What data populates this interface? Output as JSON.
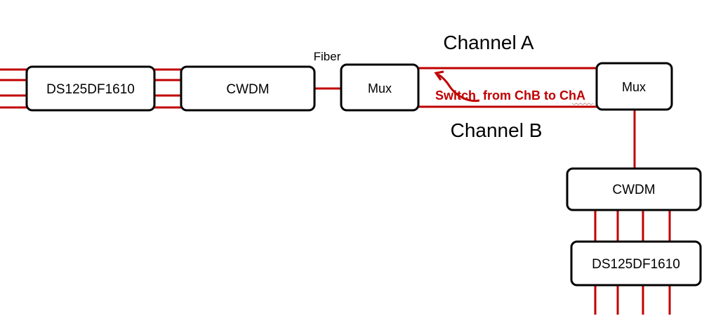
{
  "labels": {
    "left_ds": "DS125DF1610",
    "left_cwdm": "CWDM",
    "left_mux": "Mux",
    "right_mux": "Mux",
    "right_cwdm": "CWDM",
    "right_ds": "DS125DF1610",
    "fiber": "Fiber",
    "channel_a": "Channel A",
    "channel_b": "Channel B",
    "switch_note": "Switch  from ChB to ChA"
  },
  "colors": {
    "wire": "#c00000",
    "box_stroke": "#000000"
  }
}
